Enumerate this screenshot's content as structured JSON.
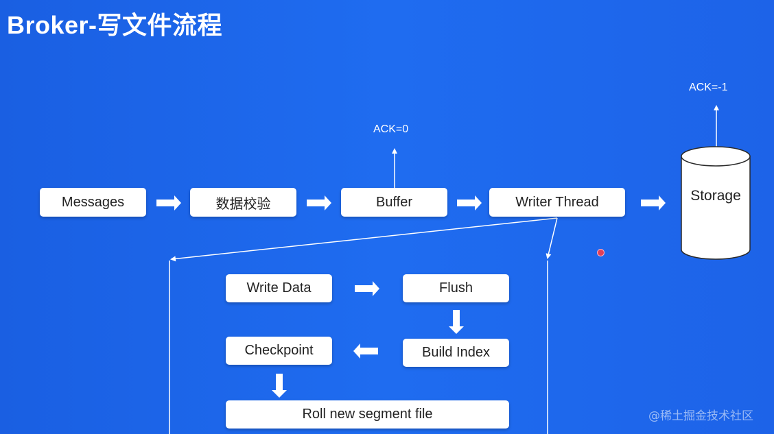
{
  "title": "Broker-写文件流程",
  "top_flow": {
    "messages": "Messages",
    "validate": "数据校验",
    "buffer": "Buffer",
    "writer_thread": "Writer Thread",
    "storage": "Storage"
  },
  "acks": {
    "buffer_ack": "ACK=0",
    "storage_ack": "ACK=-1"
  },
  "detail_flow": {
    "write_data": "Write Data",
    "flush": "Flush",
    "build_index": "Build Index",
    "checkpoint": "Checkpoint",
    "roll_segment": "Roll new segment file"
  },
  "watermark": "@稀土掘金技术社区",
  "colors": {
    "background": "#1f6cf0",
    "box": "#ffffff",
    "text": "#222222",
    "arrow": "#ffffff",
    "pointer_dot": "#e0405a"
  }
}
